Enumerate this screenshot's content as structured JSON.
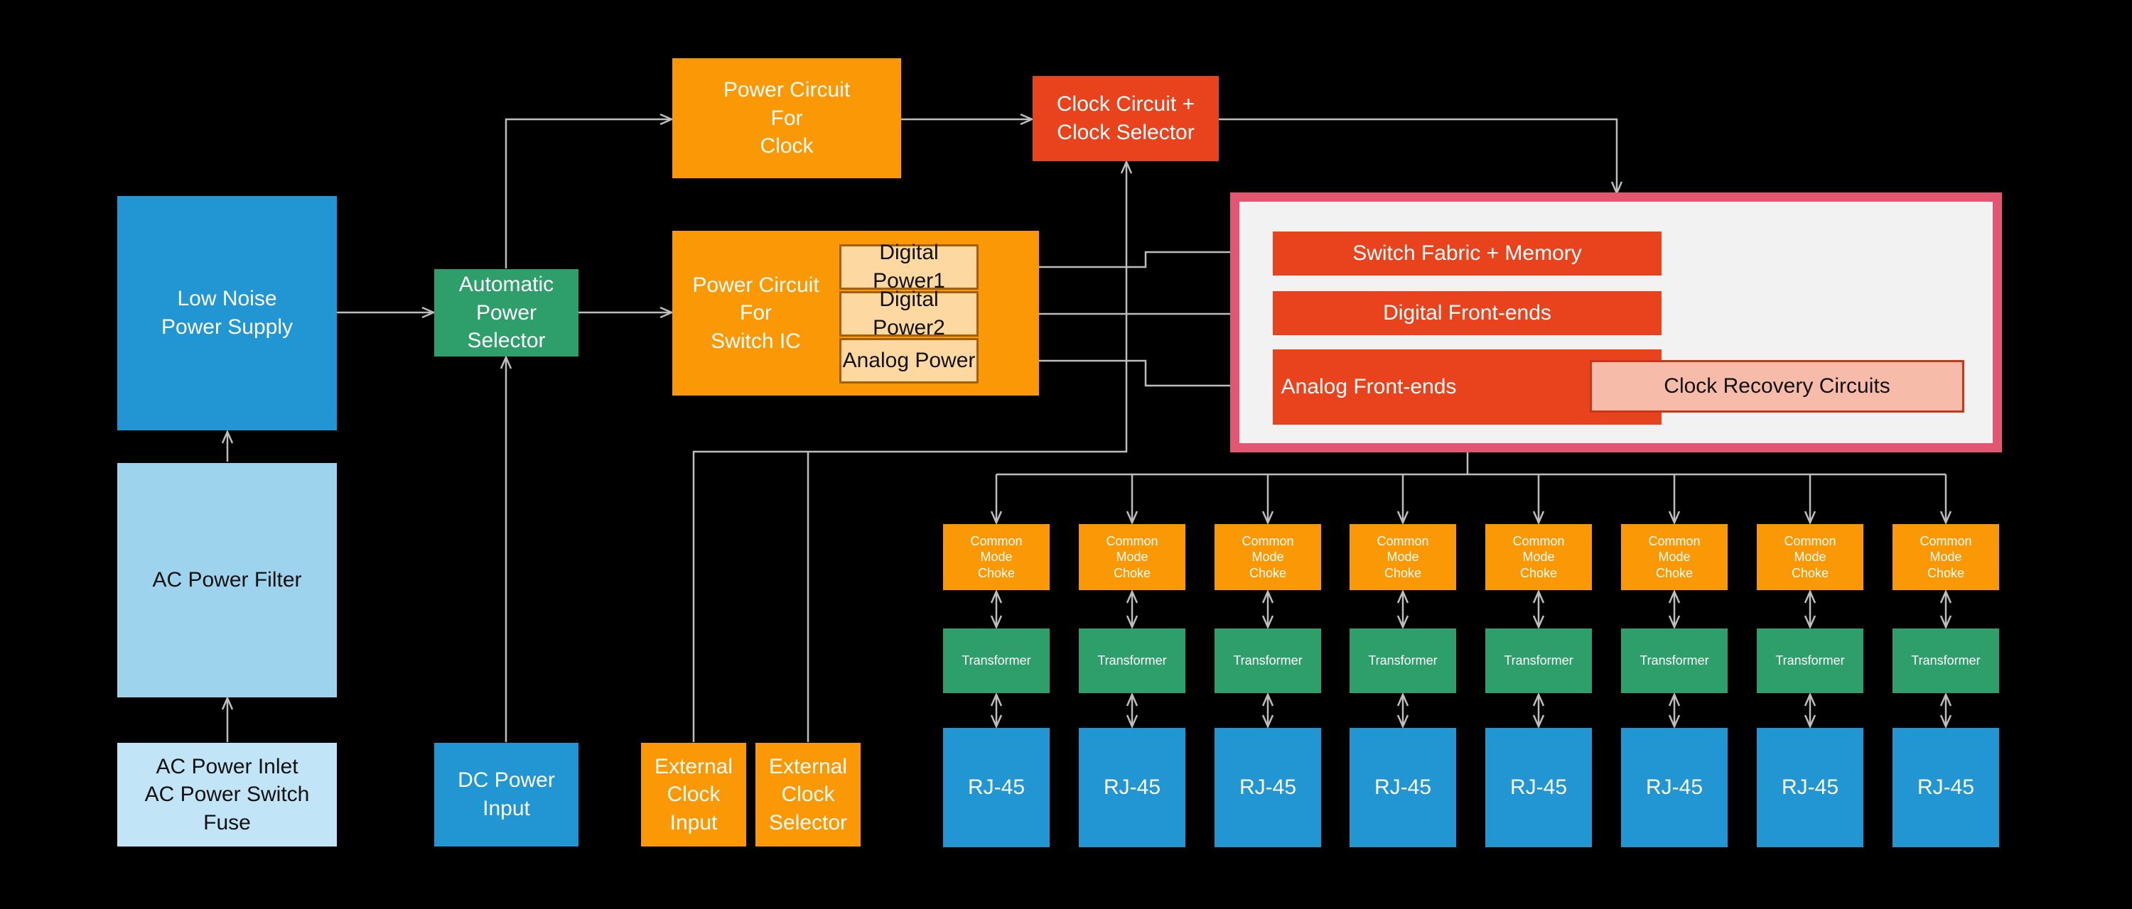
{
  "blocks": {
    "low_noise_psu": "Low Noise\nPower Supply",
    "ac_filter": "AC Power Filter",
    "ac_inlet": "AC Power Inlet\nAC Power Switch\nFuse",
    "auto_selector": "Automatic\nPower\nSelector",
    "dc_input": "DC Power\nInput",
    "power_clock": "Power Circuit\nFor\nClock",
    "power_switch_ic": "Power Circuit\nFor\nSwitch IC",
    "digital_power1": "Digital Power1",
    "digital_power2": "Digital Power2",
    "analog_power": "Analog Power",
    "clock_circuit": "Clock Circuit +\nClock Selector",
    "ext_clock_input": "External\nClock\nInput",
    "ext_clock_selector": "External\nClock\nSelector",
    "switch_fabric": "Switch Fabric + Memory",
    "digital_frontends": "Digital Front-ends",
    "analog_frontends": "Analog Front-ends",
    "clock_recovery": "Clock Recovery Circuits"
  },
  "port_chain": {
    "choke": "Common\nMode\nChoke",
    "transformer": "Transformer",
    "rj45": "RJ-45"
  },
  "port_count": 8,
  "colors": {
    "background": "#000000",
    "power_supply_blue": "#2196d3",
    "orange": "#fb9805",
    "red": "#e9431e",
    "green": "#2e9f6b",
    "frame_border": "#e35672",
    "connector": "#bdbdbd"
  }
}
